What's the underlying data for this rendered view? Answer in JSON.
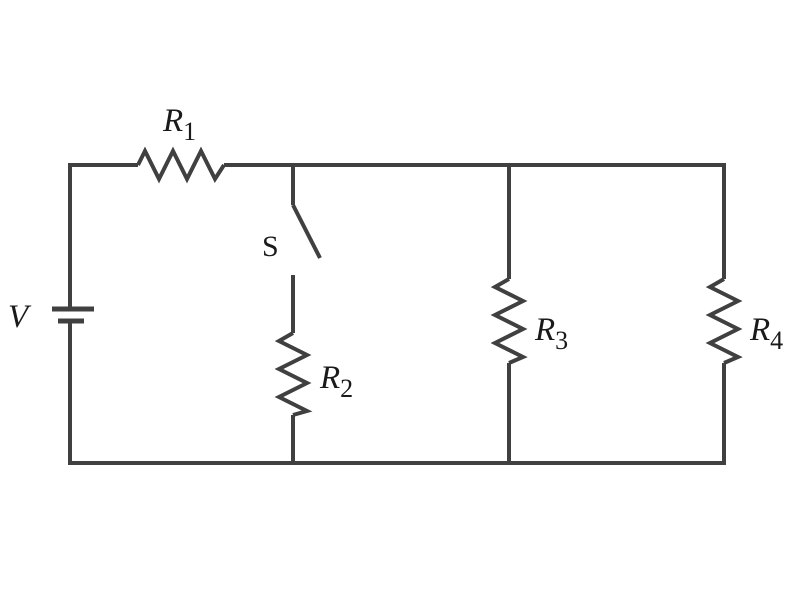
{
  "colors": {
    "wire": "#404040",
    "label": "#1a1a1a",
    "background": "#ffffff"
  },
  "labels": {
    "battery": "V",
    "switch": "S",
    "r1": {
      "main": "R",
      "sub": "1"
    },
    "r2": {
      "main": "R",
      "sub": "2"
    },
    "r3": {
      "main": "R",
      "sub": "3"
    },
    "r4": {
      "main": "R",
      "sub": "4"
    }
  },
  "switch_state": "open"
}
